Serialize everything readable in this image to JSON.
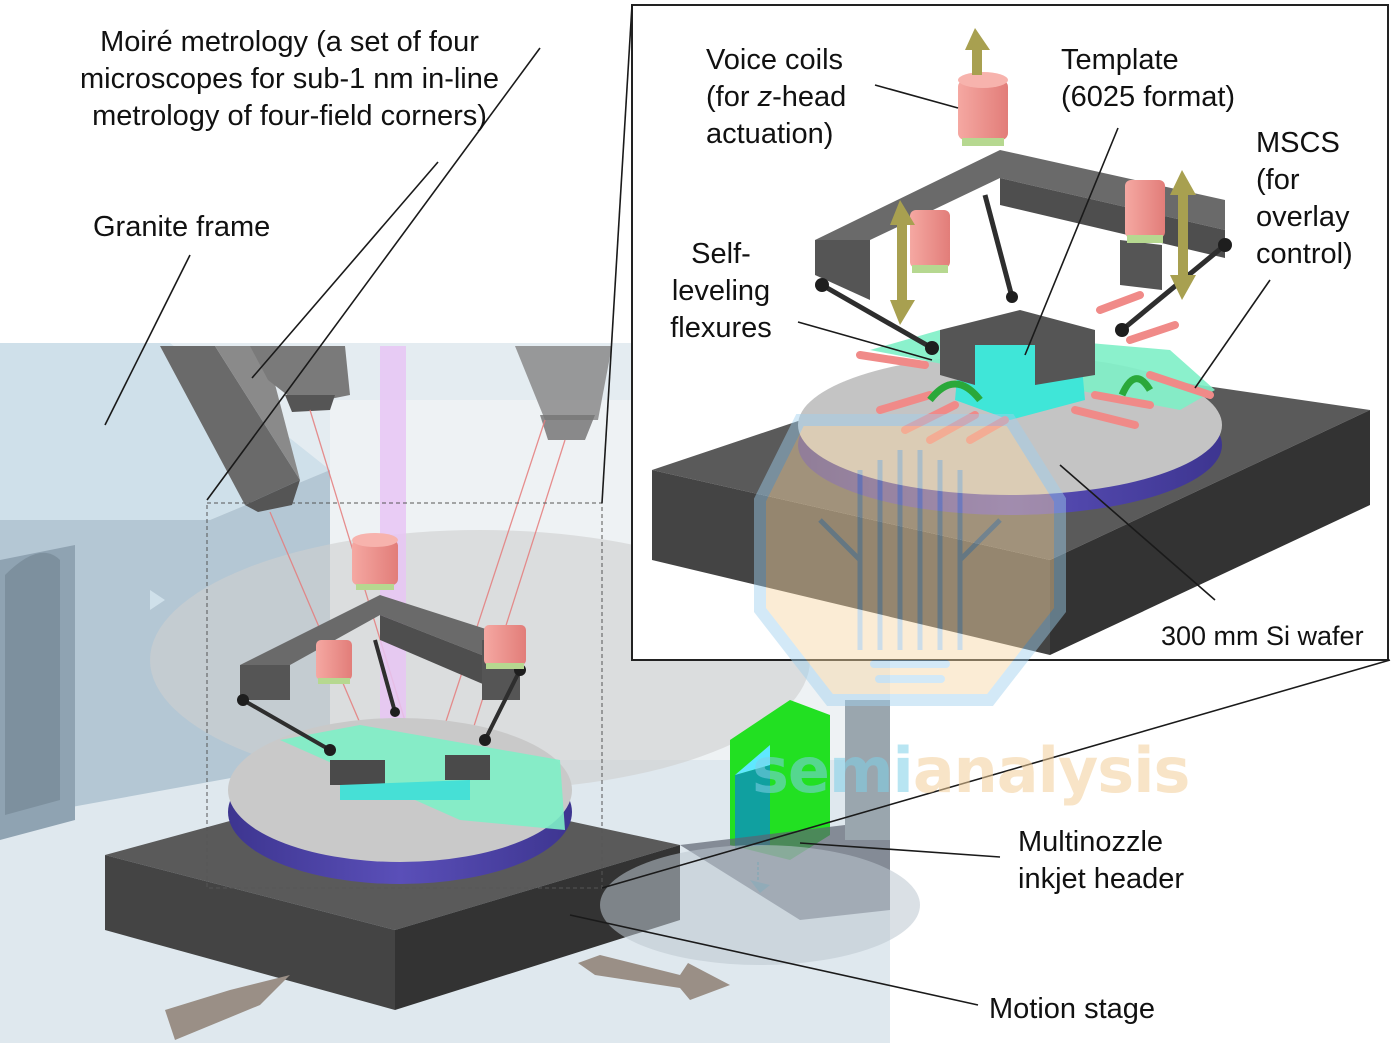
{
  "figure": {
    "title": "Imprint lithography tool schematic with inset detail",
    "labels": {
      "moire_metrology": [
        "Moiré metrology (a set of four",
        "microscopes for sub-1 nm in-line",
        "metrology of four-field corners)"
      ],
      "granite_frame": [
        "Granite frame"
      ],
      "voice_coils": {
        "line1": "Voice coils",
        "line2_pre": "(for ",
        "line2_italic": "z",
        "line2_post": "-head",
        "line3": "actuation)"
      },
      "template": [
        "Template",
        "(6025 format)"
      ],
      "mscs": [
        "MSCS",
        "(for",
        "overlay",
        "control)"
      ],
      "self_leveling": [
        "Self-",
        "leveling",
        "flexures"
      ],
      "wafer": [
        "300 mm Si wafer"
      ],
      "inkjet": [
        "Multinozzle",
        "inkjet header"
      ],
      "motion_stage": [
        "Motion stage"
      ]
    },
    "watermark": {
      "text_part1": "semi",
      "text_part2": "analysis",
      "icon": "lightbulb-circuit-icon"
    },
    "colors": {
      "granite": "#b7c9d6",
      "stage_dark": "#4a4a4a",
      "wafer_top": "#c8c8c8",
      "chuck_blue": "#4b3fa0",
      "coil_pink": "#f19a96",
      "template_cyan": "#3fe6d8",
      "field_green": "#7ff0c8",
      "inkjet_green": "#22e022",
      "uv_purple": "#e8c8f5",
      "arrow_olive": "#a8a050",
      "arrow_gray": "#9a8f86"
    }
  }
}
